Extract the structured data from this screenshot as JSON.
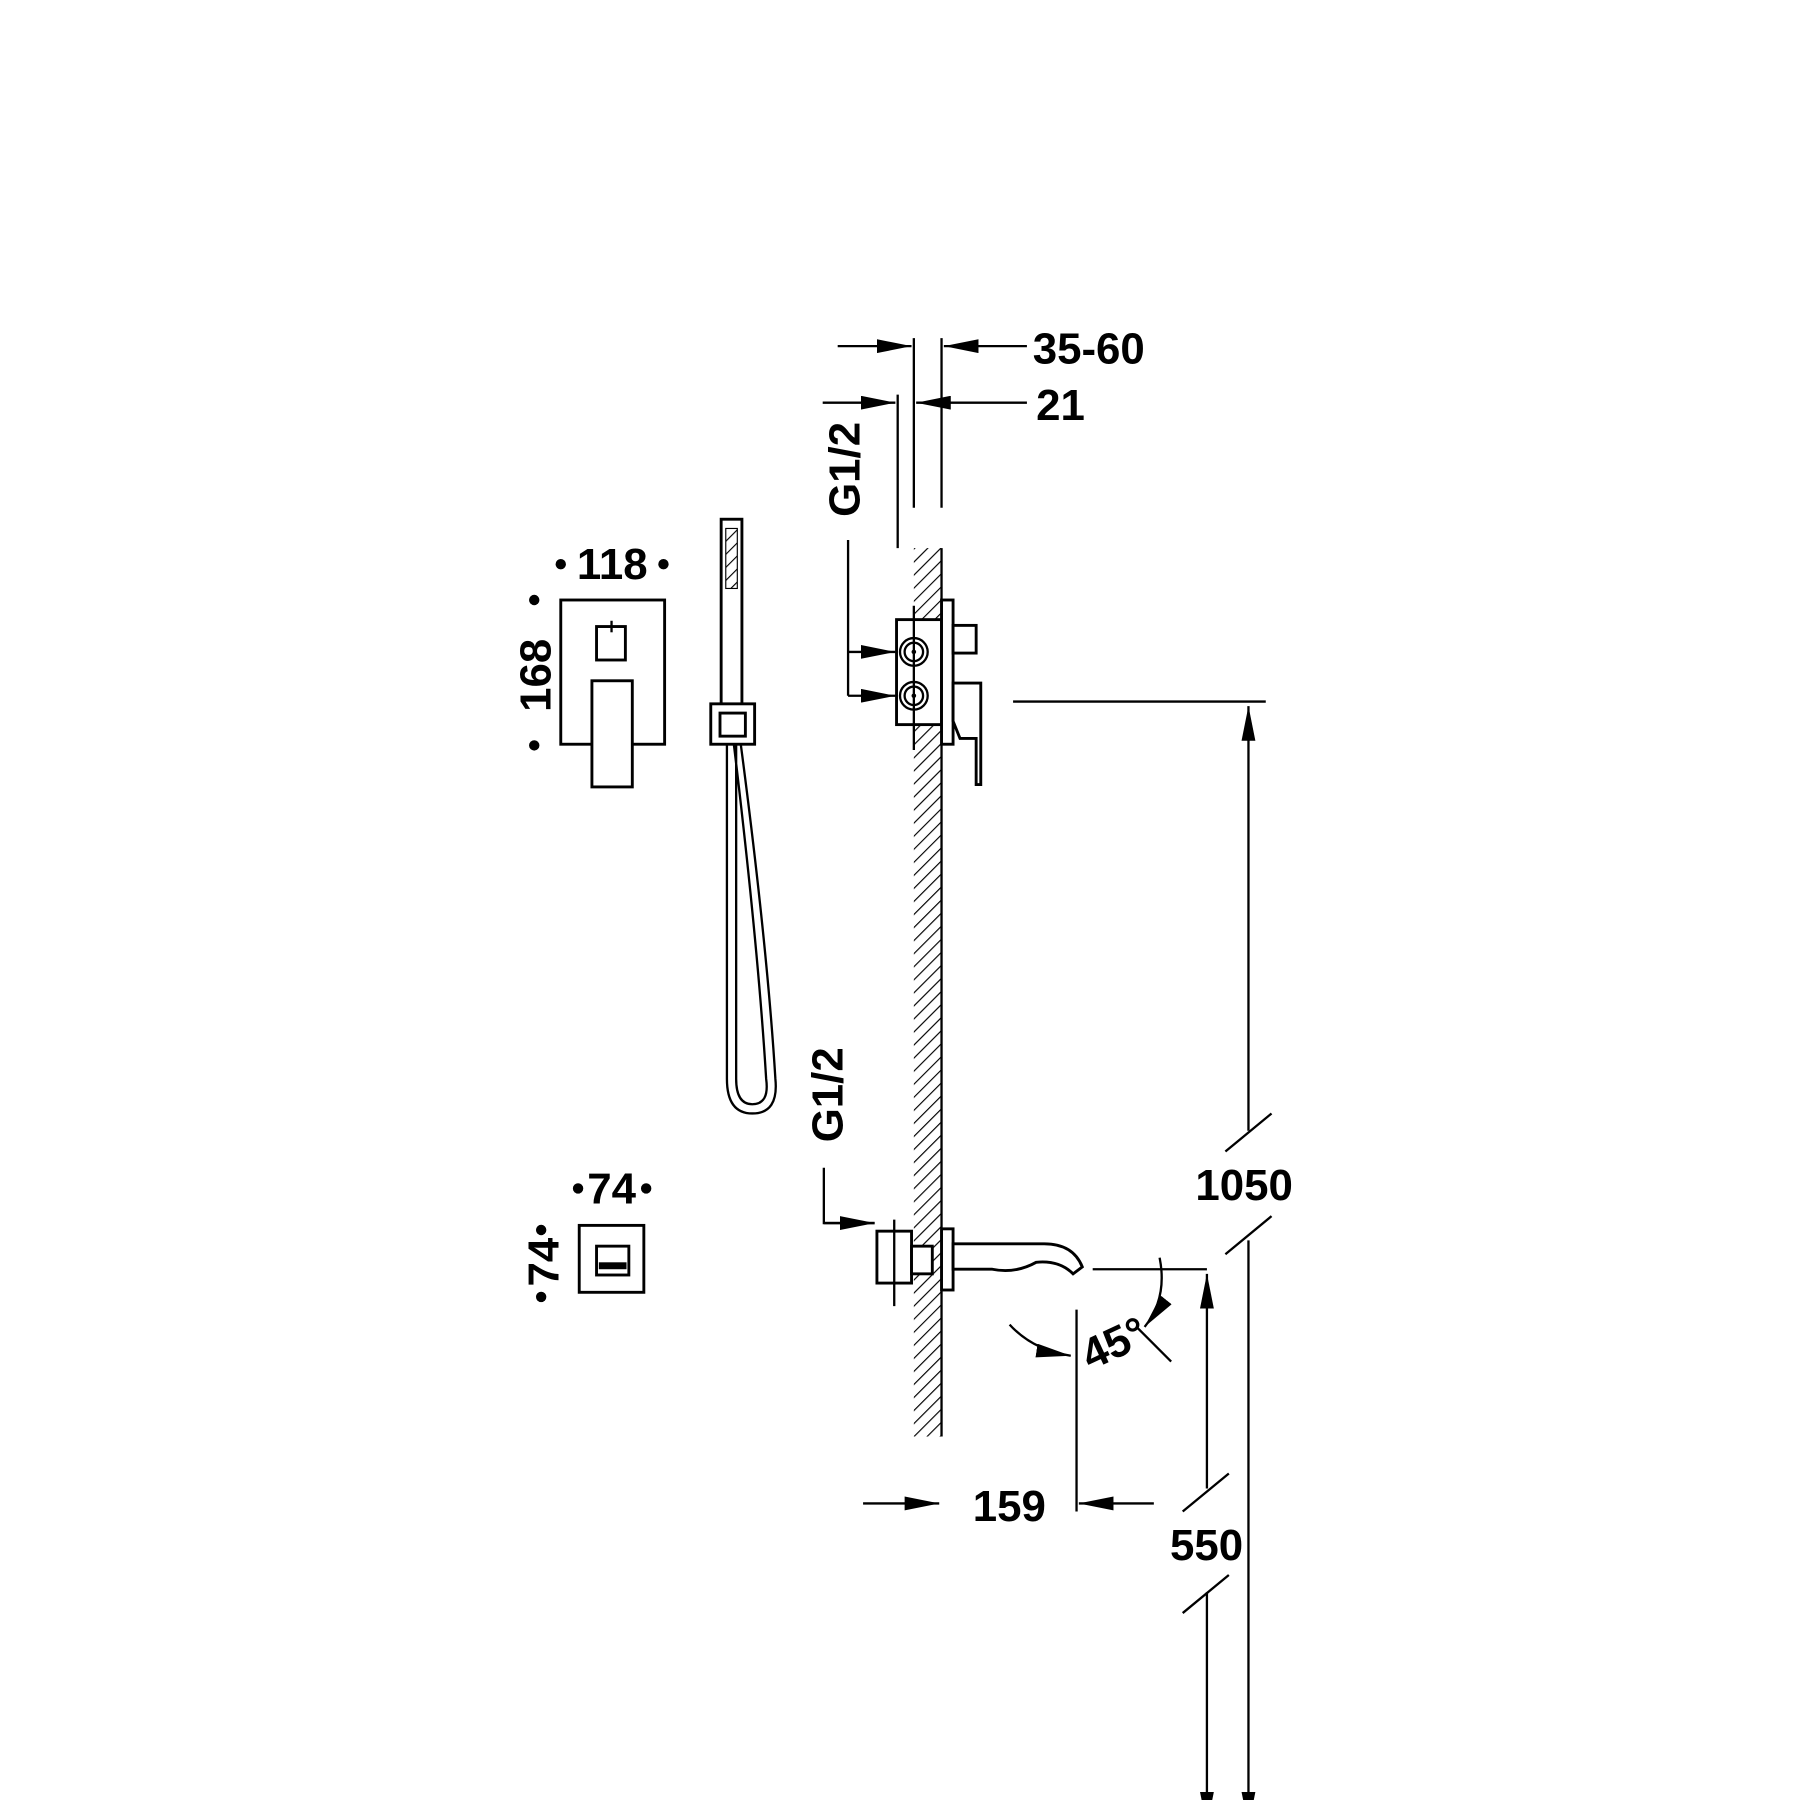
{
  "drawing": {
    "colors": {
      "line": "#000000",
      "background": "#ffffff"
    },
    "dimensions": {
      "wall_thickness": "35-60",
      "plate_depth": "21",
      "inlet_thread_top": "G1/2",
      "inlet_thread_bottom": "G1/2",
      "mixer_width": "118",
      "mixer_height": "168",
      "diverter_width": "74",
      "diverter_height": "74",
      "mixer_height_from_floor": "1050",
      "spout_height_from_floor": "550",
      "spout_projection": "159",
      "spout_swivel_angle": "45°"
    }
  }
}
